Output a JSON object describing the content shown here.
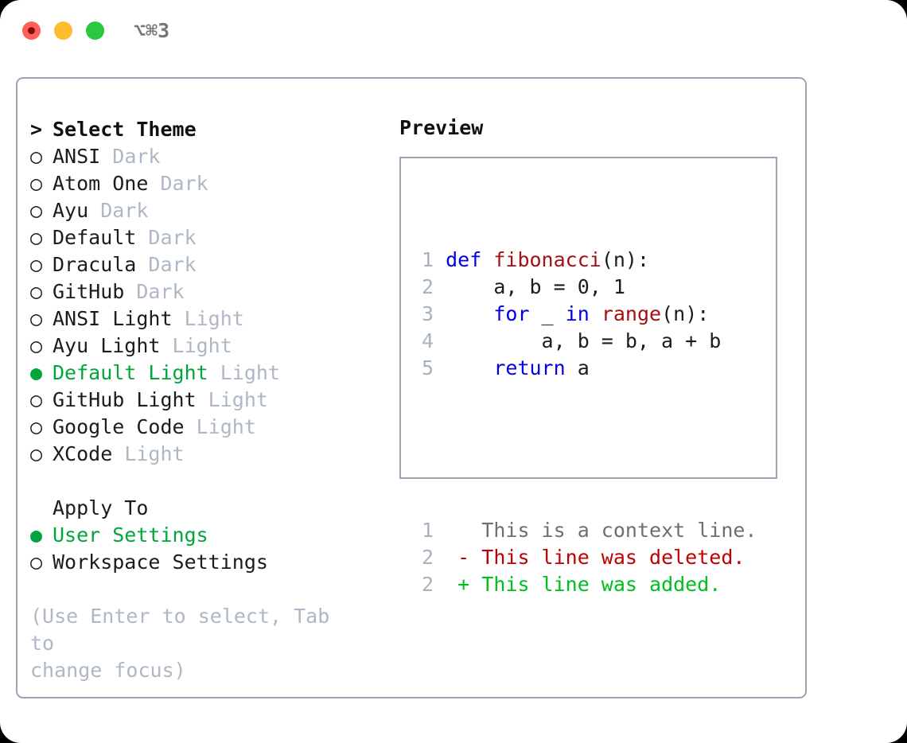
{
  "window": {
    "title": "⌥⌘3",
    "traffic_lights": [
      {
        "name": "close",
        "color": "#ff5f57"
      },
      {
        "name": "minimize",
        "color": "#febc2e"
      },
      {
        "name": "maximize",
        "color": "#28c840"
      }
    ]
  },
  "colors": {
    "panel_border": "#9aa5b4",
    "accent_green": "#00a63c",
    "muted": "#aeb8c4",
    "keyword_blue": "#0000e6",
    "function_red": "#a61010",
    "diff_delete": "#c00000",
    "diff_add": "#00bf1f",
    "lineno_gray": "#a9b3be"
  },
  "theme_list": {
    "heading_marker": ">",
    "heading_label": "Select Theme",
    "marker_unselected": "○",
    "marker_selected": "●",
    "items": [
      {
        "label": "ANSI",
        "tag": "Dark",
        "selected": false
      },
      {
        "label": "Atom One",
        "tag": "Dark",
        "selected": false
      },
      {
        "label": "Ayu",
        "tag": "Dark",
        "selected": false
      },
      {
        "label": "Default",
        "tag": "Dark",
        "selected": false
      },
      {
        "label": "Dracula",
        "tag": "Dark",
        "selected": false
      },
      {
        "label": "GitHub",
        "tag": "Dark",
        "selected": false
      },
      {
        "label": "ANSI Light",
        "tag": "Light",
        "selected": false
      },
      {
        "label": "Ayu Light",
        "tag": "Light",
        "selected": false
      },
      {
        "label": "Default Light",
        "tag": "Light",
        "selected": true
      },
      {
        "label": "GitHub Light",
        "tag": "Light",
        "selected": false
      },
      {
        "label": "Google Code",
        "tag": "Light",
        "selected": false
      },
      {
        "label": "XCode",
        "tag": "Light",
        "selected": false
      }
    ]
  },
  "apply_to": {
    "heading_label": "Apply To",
    "items": [
      {
        "label": "User Settings",
        "selected": true
      },
      {
        "label": "Workspace Settings",
        "selected": false
      }
    ]
  },
  "hint": {
    "line1": "(Use Enter to select, Tab to",
    "line2": "change focus)"
  },
  "preview": {
    "title": "Preview",
    "code_lines": [
      {
        "no": "1",
        "tokens": [
          {
            "t": "def ",
            "c": "kw"
          },
          {
            "t": "fibonacci",
            "c": "fn"
          },
          {
            "t": "(n):",
            "c": "txt"
          }
        ]
      },
      {
        "no": "2",
        "tokens": [
          {
            "t": "    a, b = 0, 1",
            "c": "txt"
          }
        ]
      },
      {
        "no": "3",
        "tokens": [
          {
            "t": "    ",
            "c": "txt"
          },
          {
            "t": "for",
            "c": "kw"
          },
          {
            "t": " _ ",
            "c": "txt"
          },
          {
            "t": "in",
            "c": "kw"
          },
          {
            "t": " ",
            "c": "txt"
          },
          {
            "t": "range",
            "c": "fn"
          },
          {
            "t": "(n):",
            "c": "txt"
          }
        ]
      },
      {
        "no": "4",
        "tokens": [
          {
            "t": "        a, b = b, a + b",
            "c": "txt"
          }
        ]
      },
      {
        "no": "5",
        "tokens": [
          {
            "t": "    ",
            "c": "txt"
          },
          {
            "t": "return",
            "c": "kw"
          },
          {
            "t": " a",
            "c": "txt"
          }
        ]
      }
    ],
    "diff_lines": [
      {
        "no": "1",
        "marker": " ",
        "text": "This is a context line.",
        "kind": "ctx"
      },
      {
        "no": "2",
        "marker": "-",
        "text": "This line was deleted.",
        "kind": "del"
      },
      {
        "no": "2",
        "marker": "+",
        "text": "This line was added.",
        "kind": "add"
      }
    ]
  }
}
